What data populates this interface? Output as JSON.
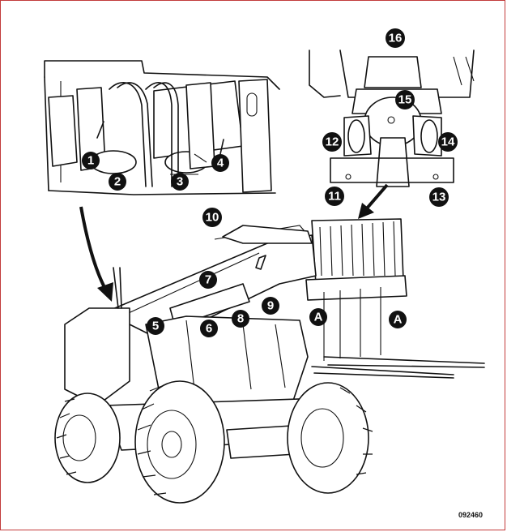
{
  "callouts": {
    "c1": "1",
    "c2": "2",
    "c3": "3",
    "c4": "4",
    "c5": "5",
    "c6": "6",
    "c7": "7",
    "c8": "8",
    "c9": "9",
    "c10": "10",
    "c11": "11",
    "c12": "12",
    "c13": "13",
    "c14": "14",
    "c15": "15",
    "c16": "16",
    "cA1": "A",
    "cA2": "A"
  },
  "reference_code": "092460",
  "colors": {
    "frame_border": "#c23b3b",
    "ink": "#111111",
    "paper": "#ffffff"
  }
}
